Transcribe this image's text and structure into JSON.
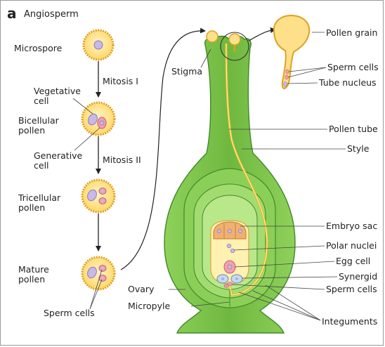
{
  "panel_letter": "a",
  "title": "Angiosperm",
  "left_labels": {
    "microspore": "Microspore",
    "mitosis1": "Mitosis I",
    "vegetative_1": "Vegetative",
    "vegetative_2": "cell",
    "bicellular_1": "Bicellular",
    "bicellular_2": "pollen",
    "generative_1": "Generative",
    "generative_2": "cell",
    "mitosis2": "Mitosis II",
    "tricellular_1": "Tricellular",
    "tricellular_2": "pollen",
    "mature_1": "Mature",
    "mature_2": "pollen",
    "sperm_cells": "Sperm cells"
  },
  "right_labels": {
    "stigma": "Stigma",
    "pollen_grain": "Pollen grain",
    "sperm_cells_top": "Sperm cells",
    "tube_nucleus": "Tube nucleus",
    "pollen_tube": "Pollen tube",
    "style": "Style",
    "embryo_sac": "Embryo sac",
    "polar_nuclei": "Polar nuclei",
    "egg_cell": "Egg cell",
    "synergid": "Synergid",
    "sperm_cells_bottom": "Sperm cells",
    "ovary": "Ovary",
    "micropyle": "Micropyle",
    "integuments": "Integuments"
  },
  "colors": {
    "pistil_green": "#7cc04a",
    "pistil_dark": "#3f8a2a",
    "pollen_yellow": "#ffe08a",
    "pollen_wall": "#e0a020",
    "embryo_sac": "#fff1b0",
    "nucleus_purple": "#c9b8e8",
    "egg_pink": "#f4a0a8",
    "antipodal_orange": "#f0b070"
  }
}
